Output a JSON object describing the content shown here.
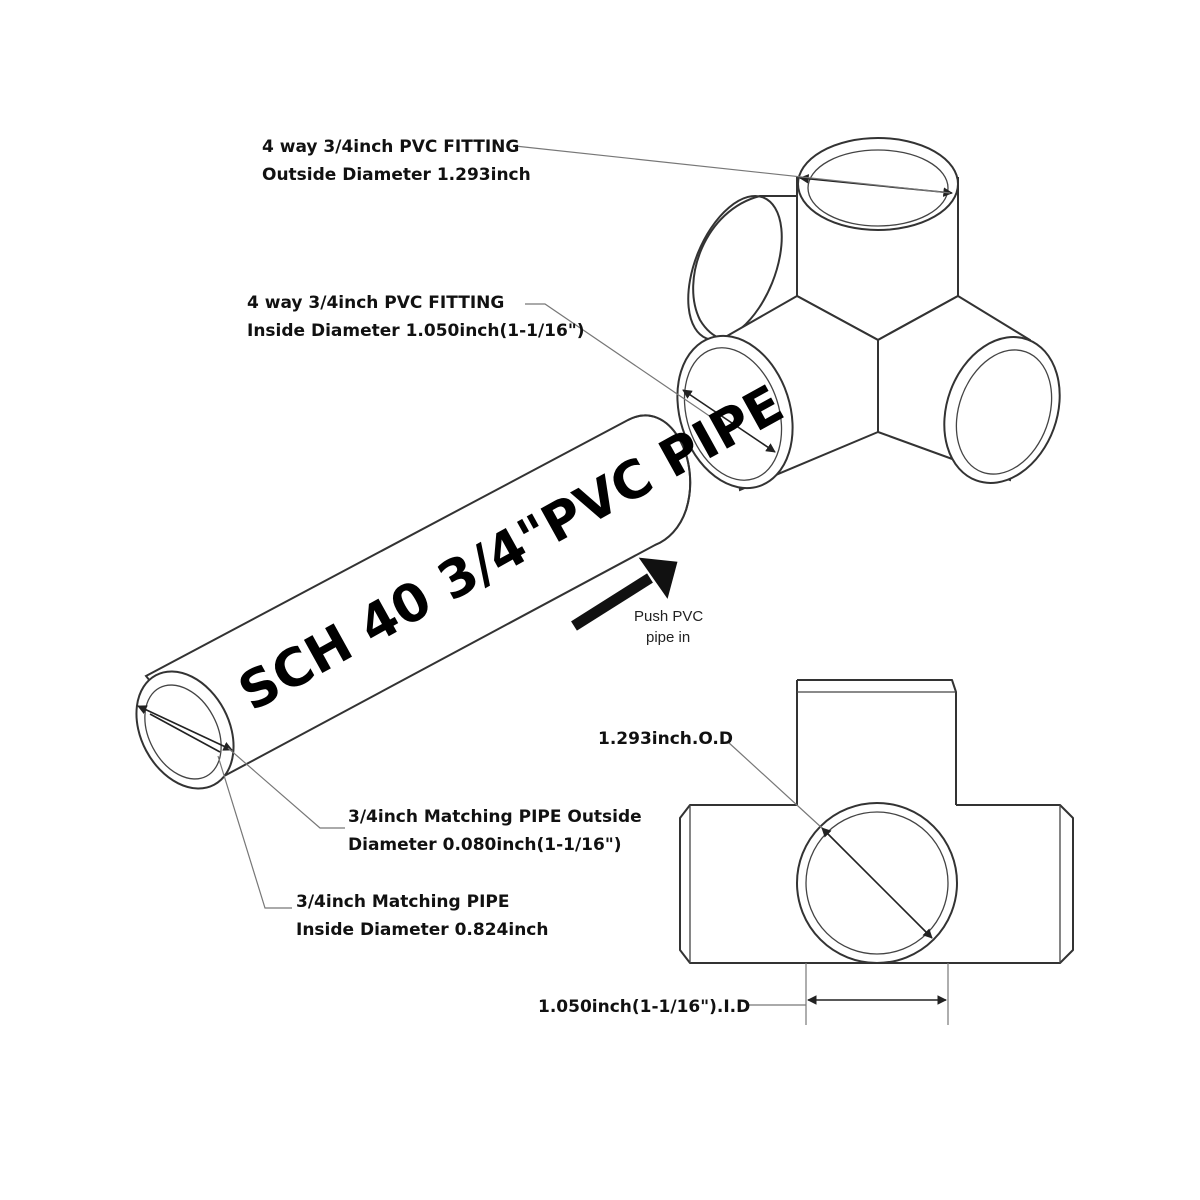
{
  "labels": {
    "fitting_od_line1": "4 way 3/4inch PVC FITTING",
    "fitting_od_line2": "Outside Diameter 1.293inch",
    "fitting_id_line1": "4 way 3/4inch PVC FITTING",
    "fitting_id_line2": "Inside Diameter 1.050inch(1-1/16\")",
    "pipe_title": "SCH 40 3/4\"PVC PIPE",
    "push_line1": "Push PVC",
    "push_line2": "pipe in",
    "pipe_od_line1": "3/4inch Matching PIPE Outside",
    "pipe_od_line2": "Diameter 0.080inch(1-1/16\")",
    "pipe_id_line1": "3/4inch Matching PIPE",
    "pipe_id_line2": "Inside Diameter 0.824inch",
    "front_od": "1.293inch.O.D",
    "front_id": "1.050inch(1-1/16\").I.D"
  },
  "colors": {
    "line": "#333333",
    "leader": "#777777",
    "text": "#111111",
    "arrow": "#111111"
  }
}
